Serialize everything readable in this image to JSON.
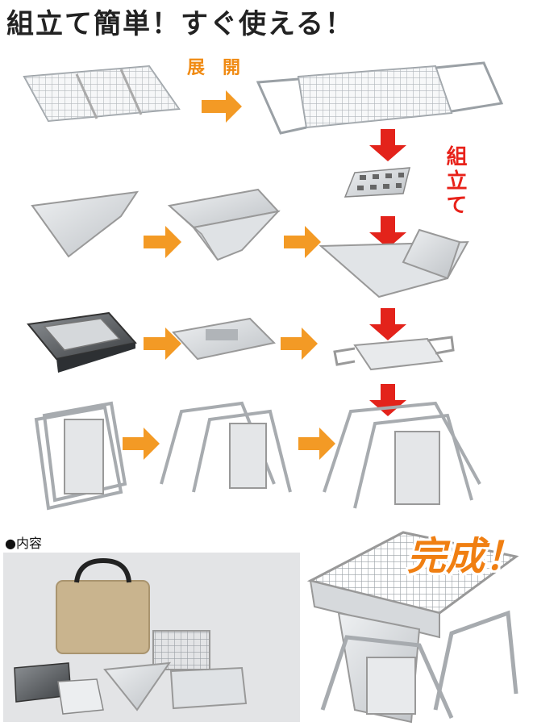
{
  "headline": "組立て簡単！すぐ使える！",
  "step_labels": {
    "unfold": "展　開",
    "assemble": "組立て"
  },
  "contents_heading": "●内容",
  "complete_label": "完成！",
  "colors": {
    "arrow_orange": "#f39a25",
    "arrow_red": "#e3231b",
    "text_orange": "#f08a12",
    "text_red": "#e8221a",
    "steel": "#b8bcc0",
    "bag": "#c9b48e"
  },
  "icons": [
    "arrow-right-icon",
    "arrow-down-icon"
  ]
}
